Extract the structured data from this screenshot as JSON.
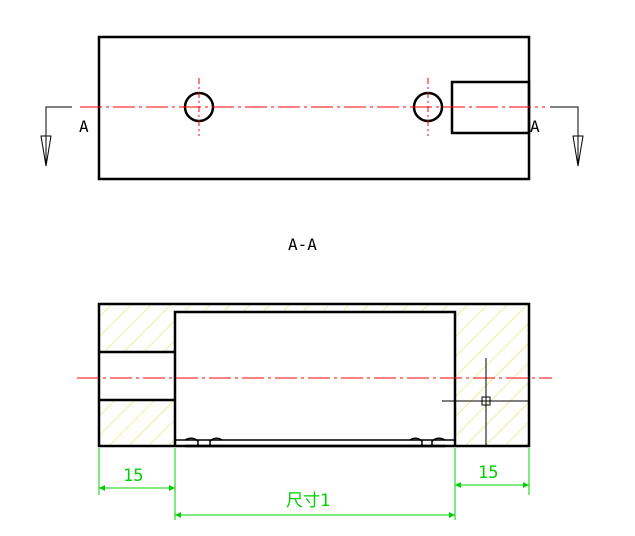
{
  "top_view": {
    "section_label_left": "A",
    "section_label_right": "A"
  },
  "section_view": {
    "title": "A-A"
  },
  "dimensions": {
    "left_width": "15",
    "right_width": "15",
    "cavity_width": "尺寸1"
  },
  "colors": {
    "outline": "#000000",
    "centerline": "#ff0000",
    "hatch": "#e3e35a",
    "dimension": "#00d000",
    "crosshair": "#000000"
  }
}
